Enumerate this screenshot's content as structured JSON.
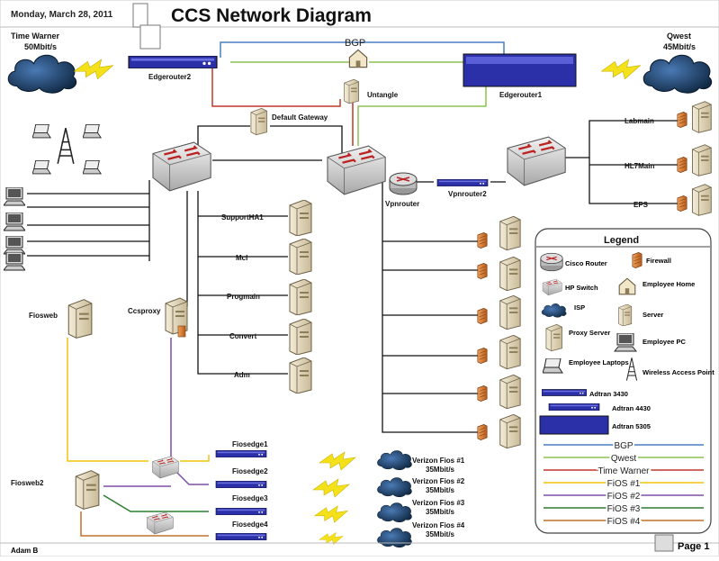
{
  "header": {
    "date": "Monday, March 28, 2011",
    "title": "CCS Network Diagram",
    "author": "Adam B",
    "page": "Page 1"
  },
  "isps": {
    "time_warner": {
      "name": "Time Warner",
      "speed": "50Mbit/s"
    },
    "qwest": {
      "name": "Qwest",
      "speed": "45Mbit/s"
    },
    "fios1": {
      "name": "Verizon Fios #1",
      "speed": "35Mbit/s"
    },
    "fios2": {
      "name": "Verizon Fios #2",
      "speed": "35Mbit/s"
    },
    "fios3": {
      "name": "Verizon Fios #3",
      "speed": "35Mbit/s"
    },
    "fios4": {
      "name": "Verizon Fios #4",
      "speed": "35Mbit/s"
    }
  },
  "nodes": {
    "bgp": "BGP",
    "edgerouter2": "Edgerouter2",
    "edgerouter1": "Edgerouter1",
    "untangle": "Untangle",
    "default_gateway": "Default Gateway",
    "vpnrouter": "Vpnrouter",
    "vpnrouter2": "Vpnrouter2",
    "labmain": "Labmain",
    "hl7main": "HL7Main",
    "eps": "EPS",
    "supportha1": "SupportHA1",
    "mcl": "Mcl",
    "progmain": "Progmain",
    "convert": "Convert",
    "adm": "Adm",
    "fiosweb": "Fiosweb",
    "ccsproxy": "Ccsproxy",
    "fiosweb2": "Fiosweb2",
    "fiosedge1": "Fiosedge1",
    "fiosedge2": "Fiosedge2",
    "fiosedge3": "Fiosedge3",
    "fiosedge4": "Fiosedge4"
  },
  "legend": {
    "title": "Legend",
    "items": {
      "cisco_router": "Cisco Router",
      "firewall": "Firewall",
      "hp_switch": "HP Switch",
      "employee_home": "Employee Home",
      "isp": "ISP",
      "server": "Server",
      "proxy_server": "Proxy Server",
      "employee_pc": "Employee PC",
      "employee_laptops": "Employee Laptops",
      "wireless_access_point": "Wireless Access Point",
      "adtran_3430": "Adtran 3430",
      "adtran_4430": "Adtran 4430",
      "adtran_5305": "Adtran 5305"
    },
    "lines": [
      {
        "label": "BGP",
        "color": "#4a7fc1"
      },
      {
        "label": "Qwest",
        "color": "#8cc152"
      },
      {
        "label": "Time Warner",
        "color": "#c0392b"
      },
      {
        "label": "FiOS #1",
        "color": "#f1c40f"
      },
      {
        "label": "FiOS #2",
        "color": "#7d4fa8"
      },
      {
        "label": "FiOS #3",
        "color": "#2e7d32"
      },
      {
        "label": "FiOS #4",
        "color": "#c0702b"
      }
    ]
  },
  "colors": {
    "bgp": "#4a7fc1",
    "qwest": "#8cc152",
    "time_warner": "#c0392b",
    "fios1": "#f1c40f",
    "fios2": "#7d4fa8",
    "fios3": "#2e7d32",
    "fios4": "#c0702b",
    "lightning": "#f5e11a",
    "cloud": "#1f3f66",
    "router_blue": "#2b2fa8"
  }
}
